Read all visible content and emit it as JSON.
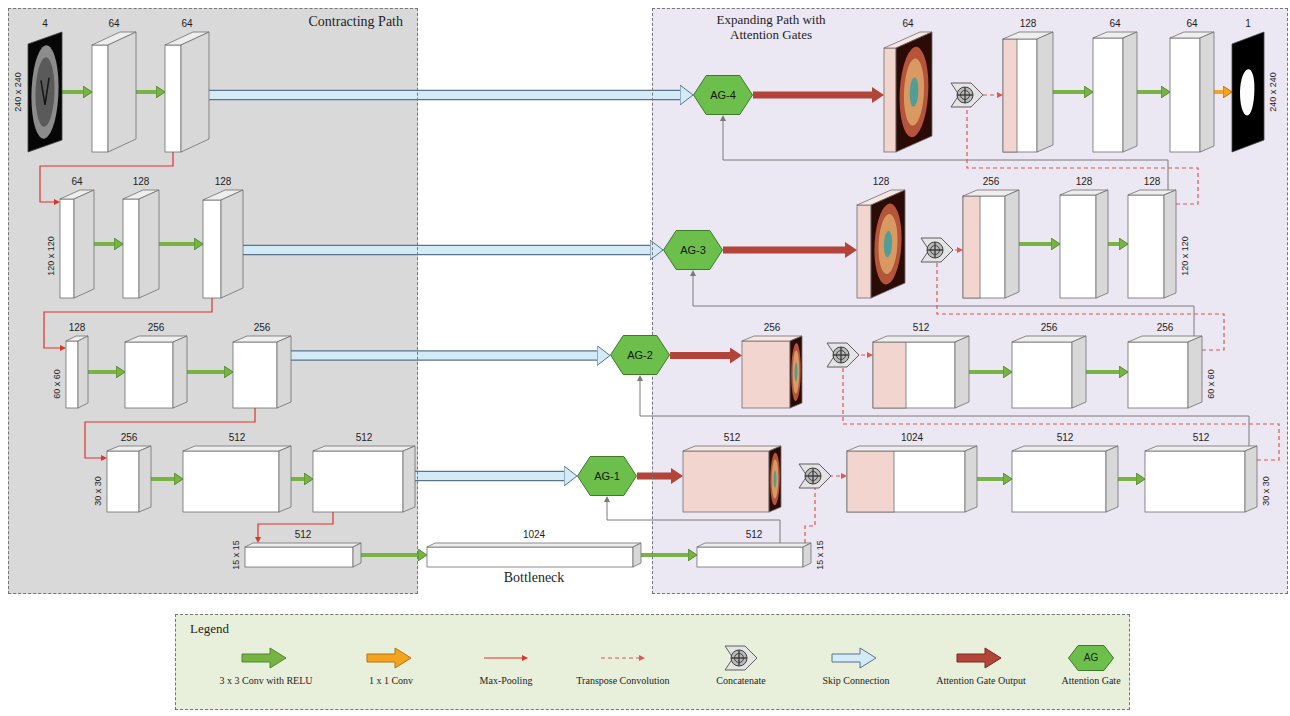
{
  "diagram": {
    "nodes": [
      {
        "text": [
          "Contracting Path"
        ]
      },
      {
        "text": [
          "4"
        ],
        "in": 0
      },
      {
        "text": [
          "64"
        ],
        "in": 0
      },
      {
        "text": [
          "64"
        ],
        "in": 0
      },
      {
        "text": [
          "64"
        ],
        "in": 0
      },
      {
        "text": [
          "128"
        ],
        "in": 0
      },
      {
        "text": [
          "128"
        ],
        "in": 0
      },
      {
        "text": [
          "128"
        ],
        "in": 0
      },
      {
        "text": [
          "256"
        ],
        "in": 0
      },
      {
        "text": [
          "256"
        ],
        "in": 0
      },
      {
        "text": [
          "256"
        ],
        "in": 0
      },
      {
        "text": [
          "512"
        ],
        "in": 0
      },
      {
        "text": [
          "512"
        ],
        "in": 0
      },
      {
        "text": [
          "512"
        ],
        "in": 0
      },
      {
        "text": [
          "1024",
          "Bottleneck"
        ]
      },
      {
        "text": [
          "Expanding Path with Attention Gates"
        ]
      },
      {
        "text": [
          "AG-4"
        ],
        "in": 15
      },
      {
        "text": [
          "64"
        ],
        "in": 15
      },
      {
        "text": [
          "128"
        ],
        "in": 15
      },
      {
        "text": [
          "64"
        ],
        "in": 15
      },
      {
        "text": [
          "64"
        ],
        "in": 15
      },
      {
        "text": [
          "1"
        ],
        "in": 15
      },
      {
        "text": [
          "AG-3"
        ],
        "in": 15
      },
      {
        "text": [
          "128"
        ],
        "in": 15
      },
      {
        "text": [
          "256"
        ],
        "in": 15
      },
      {
        "text": [
          "128"
        ],
        "in": 15
      },
      {
        "text": [
          "128"
        ],
        "in": 15
      },
      {
        "text": [
          "AG-2"
        ],
        "in": 15
      },
      {
        "text": [
          "256"
        ],
        "in": 15
      },
      {
        "text": [
          "512"
        ],
        "in": 15
      },
      {
        "text": [
          "256"
        ],
        "in": 15
      },
      {
        "text": [
          "256"
        ],
        "in": 15
      },
      {
        "text": [
          "AG-1"
        ],
        "in": 15
      },
      {
        "text": [
          "512"
        ],
        "in": 15
      },
      {
        "text": [
          "1024"
        ],
        "in": 15
      },
      {
        "text": [
          "512"
        ],
        "in": 15
      },
      {
        "text": [
          "512"
        ],
        "in": 15
      },
      {
        "text": [
          "512"
        ],
        "in": 15
      },
      {
        "text": [
          "Legend"
        ]
      }
    ],
    "edges": [
      {
        "from": 1,
        "to": 2,
        "arrow": "to"
      },
      {
        "from": 2,
        "to": 3,
        "arrow": "to"
      },
      {
        "from": 4,
        "to": 5,
        "arrow": "to"
      },
      {
        "from": 5,
        "to": 6,
        "arrow": "to"
      },
      {
        "from": 7,
        "to": 8,
        "arrow": "to"
      },
      {
        "from": 8,
        "to": 9,
        "arrow": "to"
      },
      {
        "from": 10,
        "to": 11,
        "arrow": "to"
      },
      {
        "from": 11,
        "to": 12,
        "arrow": "to"
      },
      {
        "from": 13,
        "to": 14,
        "arrow": "to"
      },
      {
        "from": 14,
        "to": 37,
        "arrow": "to"
      },
      {
        "from": 18,
        "to": 19,
        "arrow": "to"
      },
      {
        "from": 19,
        "to": 20,
        "arrow": "to"
      },
      {
        "from": 24,
        "to": 25,
        "arrow": "to"
      },
      {
        "from": 25,
        "to": 26,
        "arrow": "to"
      },
      {
        "from": 29,
        "to": 30,
        "arrow": "to"
      },
      {
        "from": 30,
        "to": 31,
        "arrow": "to"
      },
      {
        "from": 34,
        "to": 35,
        "arrow": "to"
      },
      {
        "from": 35,
        "to": 36,
        "arrow": "to"
      },
      {
        "from": 20,
        "to": 21,
        "arrow": "to"
      },
      {
        "from": 3,
        "to": 4,
        "arrow": "to"
      },
      {
        "from": 6,
        "to": 7,
        "arrow": "to"
      },
      {
        "from": 9,
        "to": 10,
        "arrow": "to"
      },
      {
        "from": 12,
        "to": 13,
        "arrow": "to"
      },
      {
        "from": 3,
        "to": 16,
        "arrow": "to"
      },
      {
        "from": 6,
        "to": 22,
        "arrow": "to"
      },
      {
        "from": 9,
        "to": 27,
        "arrow": "to"
      },
      {
        "from": 12,
        "to": 32,
        "arrow": "to"
      },
      {
        "from": 16,
        "to": 17,
        "arrow": "to"
      },
      {
        "from": 22,
        "to": 23,
        "arrow": "to"
      },
      {
        "from": 27,
        "to": 28,
        "arrow": "to"
      },
      {
        "from": 32,
        "to": 33,
        "arrow": "to"
      },
      {
        "from": 26,
        "to": 16,
        "arrow": "to"
      },
      {
        "from": 31,
        "to": 22,
        "arrow": "to"
      },
      {
        "from": 36,
        "to": 27,
        "arrow": "to"
      },
      {
        "from": 37,
        "to": 32,
        "arrow": "to"
      },
      {
        "from": 26,
        "to": 18,
        "arrow": "to"
      },
      {
        "from": 31,
        "to": 24,
        "arrow": "to"
      },
      {
        "from": 36,
        "to": 29,
        "arrow": "to"
      },
      {
        "from": 37,
        "to": 34,
        "arrow": "to"
      }
    ],
    "labels": [
      "240 x 240",
      "120 x 120",
      "60 x 60",
      "30 x 30",
      "15 x 15",
      "15 x 15",
      "30 x 30",
      "60 x 60",
      "120 x 120",
      "240 x 240",
      "AG"
    ],
    "legend": [
      {
        "text": "3 x 3 Conv with RELU"
      },
      {
        "text": "1 x 1 Conv"
      },
      {
        "text": "Max-Pooling"
      },
      {
        "text": "Transpose Convolution"
      },
      {
        "text": "Concatenate"
      },
      {
        "text": "Skip Connection"
      },
      {
        "text": "Attention Gate Output"
      },
      {
        "text": "Attention Gate"
      }
    ]
  }
}
